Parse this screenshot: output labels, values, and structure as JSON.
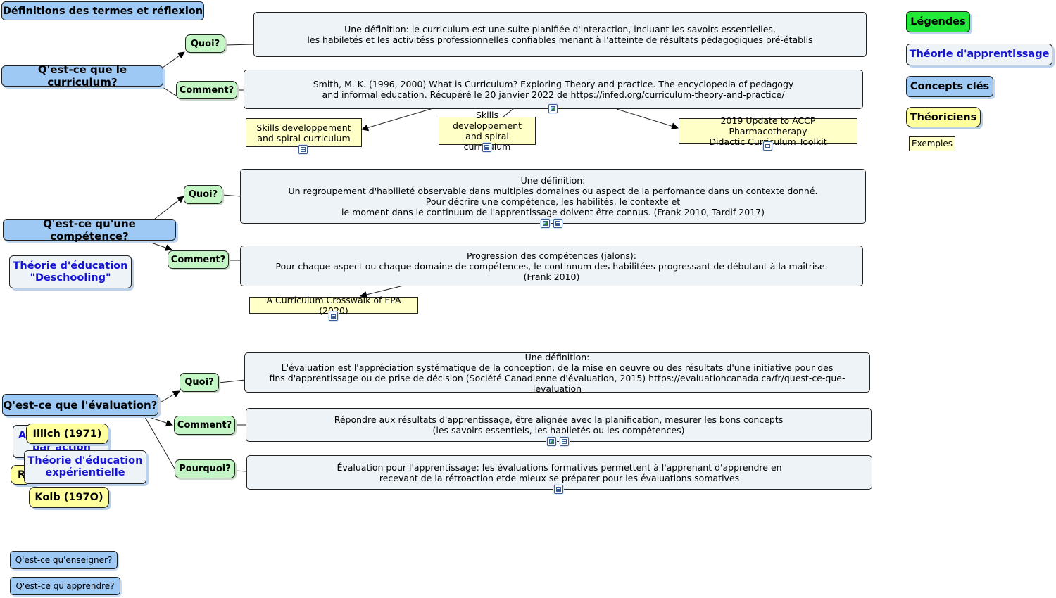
{
  "title": "Définitions des termes et réflexion",
  "sections": {
    "curriculum": {
      "label": "Q'est-ce que le curriculum?",
      "quoi": "Quoi?",
      "quoi_text": "Une définition: le curriculum est une suite planifiée d'interaction, incluant les savoirs essentielles,\nles habiletés et les activitéss professionnelles confiables menant à l'atteinte de résultats pédagogiques pré-établis",
      "comment": "Comment?",
      "comment_text": "Smith, M. K. (1996, 2000) What is Curriculum? Exploring Theory and practice. The encyclopedia of pedagogy\nand informal education.  Récupéré le 20 janvier 2022 de https://infed.org/curriculum-theory-and-practice/",
      "examples": [
        "Skills developpement\nand spiral curriculum",
        "Skills developpement\nand spiral curriculum",
        "2019 Update to ACCP Pharmacotherapy\nDidactic Curriculum Toolkit"
      ]
    },
    "competence": {
      "label": "Q'est-ce qu'une compétence?",
      "quoi": "Quoi?",
      "quoi_text": "Une définition:\nUn regroupement d'habilieté observable dans multiples domaines ou aspect de la perfomance dans un contexte donné.\nPour décrire une compétence, les habilités, le contexte et\nle moment dans le continuum de l'apprentissage doivent être connus. (Frank 2010, Tardif 2017)",
      "comment": "Comment?",
      "comment_text": "Progression des compétences (jalons):\nPour chaque aspect ou chaque domaine de compétences, le continnum des habilitées progressant de débutant à la maîtrise.\n(Frank 2010)",
      "example": "A Curriculum Crosswalk of EPA (2020)"
    },
    "evaluation": {
      "label": "Q'est-ce que l'évaluation?",
      "quoi": "Quoi?",
      "quoi_text": "Une définition:\nL'évaluation est l'appréciation systématique de la conception, de la mise en oeuvre ou des résultats d'une initiative pour des\nfins d'apprentissage ou de prise de décision (Société Canadienne d'évaluation, 2015) https://evaluationcanada.ca/fr/quest-ce-que-levaluation",
      "comment": "Comment?",
      "comment_text": "Répondre aux résultats d'apprentissage, être alignée avec la planification, mesurer les bons concepts\n(les savoirs essentiels, les habiletés ou les compétences)",
      "pourquoi": "Pourquoi?",
      "pourquoi_text": "Évaluation pour l'apprentissage: les évaluations formatives permettent à l'apprenant d'apprendre en\nrecevant de la rétroaction etde mieux se préparer pour les évaluations somatives"
    }
  },
  "theories": {
    "deschooling": "Théorie d'éducation\n\"Deschooling\"",
    "action_partial": "A",
    "action_partial2": "par action",
    "experientielle": "Théorie d'éducation\nexpérientielle",
    "r_partial": "R"
  },
  "theoriciens": {
    "illich": "Illich (1971)",
    "kolb": "Kolb (197O)"
  },
  "bottom_links": [
    "Q'est-ce qu'enseigner?",
    "Q'est-ce qu'apprendre?"
  ],
  "legend": {
    "legendes": "Légendes",
    "theorie": "Théorie d'apprentissage",
    "concepts": "Concepts clés",
    "theoriciens": "Théoriciens",
    "exemples": "Exemples"
  },
  "colors": {
    "concept": "#9ec9f5",
    "question": "#c4f5c4",
    "definition": "#edf3f7",
    "example": "#ffffc8",
    "theoricien": "#ffff9e",
    "legend_green": "#22e83a",
    "theory_text": "#1414d2"
  }
}
